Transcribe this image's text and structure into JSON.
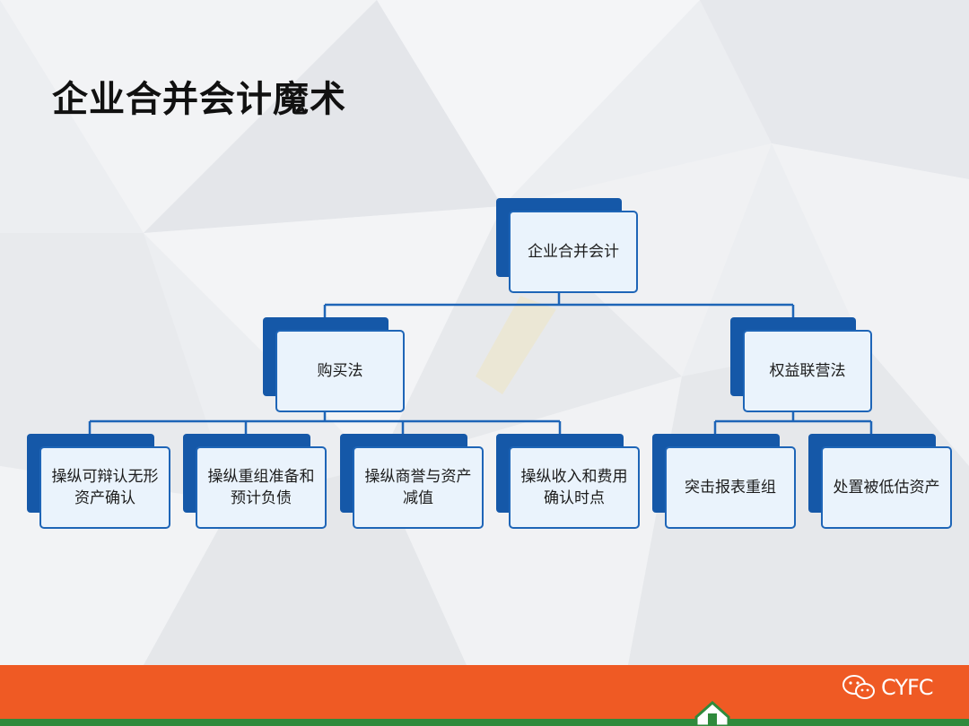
{
  "slide": {
    "title": "企业合并会计魔术"
  },
  "diagram": {
    "root": {
      "label": "企业合并会计"
    },
    "branches": [
      {
        "label": "购买法",
        "children": [
          {
            "label": "操纵可辩认无形资产确认"
          },
          {
            "label": "操纵重组准备和预计负债"
          },
          {
            "label": "操纵商誉与资产减值"
          },
          {
            "label": "操纵收入和费用 确认时点"
          }
        ]
      },
      {
        "label": "权益联营法",
        "children": [
          {
            "label": "突击报表重组"
          },
          {
            "label": "处置被低估资产"
          }
        ]
      }
    ]
  },
  "footer": {
    "brand": "CYFC",
    "brand_icon": "wechat-icon",
    "logo_icon": "house-logo-icon",
    "bar_color": "#ef5a24",
    "accent_color": "#2f8a3c"
  },
  "theme": {
    "node_border": "#1e65b7",
    "node_fill": "#eaf3fc",
    "node_shadow": "#1558a8",
    "connector": "#1e65b7"
  }
}
